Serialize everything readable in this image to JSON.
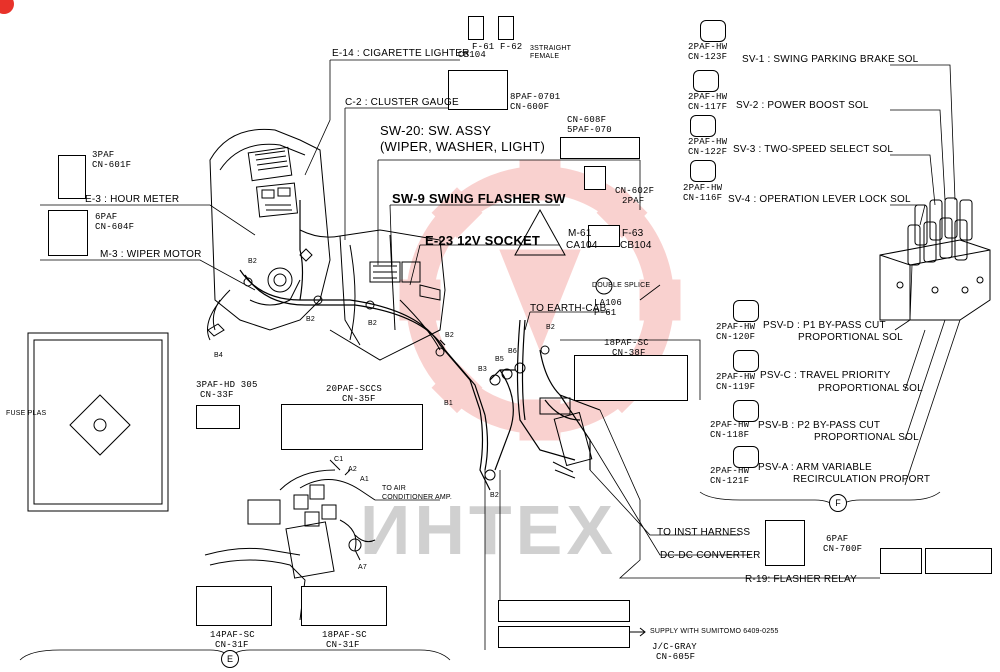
{
  "labels": {
    "e14": "E-14 : CIGARETTE LIGHTER",
    "e14_code": "CB104",
    "f61": "F-61",
    "f62": "F-62",
    "straight_female": "3STRAIGHT FEMALE",
    "c2": "C-2 : CLUSTER GAUGE",
    "c2_part1": "8PAF-0701",
    "c2_part2": "CN-600F",
    "cn608f": "CN-608F",
    "paf070": "5PAF-070",
    "sw20_1": "SW-20: SW. ASSY",
    "sw20_2": "(WIPER, WASHER, LIGHT)",
    "sw9": "SW-9 SWING FLASHER SW",
    "cn602f": "CN-602F",
    "paf2": "2PAF",
    "e23": "E-23 12V SOCKET",
    "m61": "M-61",
    "ca104": "CA104",
    "f63": "F-63",
    "cb104": "CB104",
    "paf3": "3PAF",
    "cn601f": "CN-601F",
    "e3": "E-3 : HOUR METER",
    "paf6": "6PAF",
    "cn604f": "CN-604F",
    "m3": "M-3 : WIPER MOTOR",
    "la106": "LA106",
    "p61": "P-61",
    "earth_cab": "TO EARTH-CAB",
    "paf18sc": "18PAF-SC",
    "cn38f": "CN-38F",
    "paf3hd": "3PAF-HD 305",
    "cn33f": "CN-33F",
    "paf20": "20PAF-SCCS",
    "cn35f": "CN-35F",
    "to_air_1": "TO AIR",
    "to_air_2": "CONDITIONER AMP.",
    "inst_harness": "TO INST HARNESS",
    "dcdc": "DC-DC CONVERTER",
    "r19": "R-19: FLASHER RELAY",
    "paf6b": "6PAF",
    "cn700f": "CN-700F",
    "paf14": "14PAF-SC",
    "cn31f_a": "CN-31F",
    "paf18b": "18PAF-SC",
    "cn31f_b": "CN-31F",
    "supply": "SUPPLY WITH SUMITOMO 6409-0255",
    "jc_gray": "J/C-GRAY",
    "cn605f": "CN-605F",
    "fuse_side": "FUSE PLAS",
    "e_marker": "E",
    "f_marker": "F",
    "watermark": "ИНТЕХ",
    "b2": "B2",
    "b4": "B4",
    "b1": "B1",
    "b3": "B3",
    "b5": "B5",
    "b6": "B6",
    "a1": "A1",
    "a2": "A2",
    "a7": "A7",
    "c1": "C1",
    "double_splice": "DOUBLE SPLICE"
  },
  "solenoids": [
    {
      "name": "SV-1 : SWING PARKING BRAKE SOL",
      "conn": "2PAF-HW",
      "cn": "CN-123F"
    },
    {
      "name": "SV-2 : POWER BOOST SOL",
      "conn": "2PAF-HW",
      "cn": "CN-117F"
    },
    {
      "name": "SV-3 : TWO-SPEED SELECT SOL",
      "conn": "2PAF-HW",
      "cn": "CN-122F"
    },
    {
      "name": "SV-4 : OPERATION LEVER LOCK SOL",
      "conn": "2PAF-HW",
      "cn": "CN-116F"
    }
  ],
  "proportional": [
    {
      "name1": "PSV-D : P1 BY-PASS CUT",
      "name2": "PROPORTIONAL SOL",
      "conn": "2PAF-HW",
      "cn": "CN-120F"
    },
    {
      "name1": "PSV-C : TRAVEL PRIORITY",
      "name2": "PROPORTIONAL SOL",
      "conn": "2PAF-HW",
      "cn": "CN-119F"
    },
    {
      "name1": "PSV-B : P2 BY-PASS CUT",
      "name2": "PROPORTIONAL SOL",
      "conn": "2PAF-HW",
      "cn": "CN-118F"
    },
    {
      "name1": "PSV-A : ARM VARIABLE",
      "name2": "RECIRCULATION PROPORT",
      "conn": "2PAF-HW",
      "cn": "CN-121F"
    }
  ],
  "colors": {
    "ink": "#000000",
    "watermark_red": "#e8322a"
  }
}
